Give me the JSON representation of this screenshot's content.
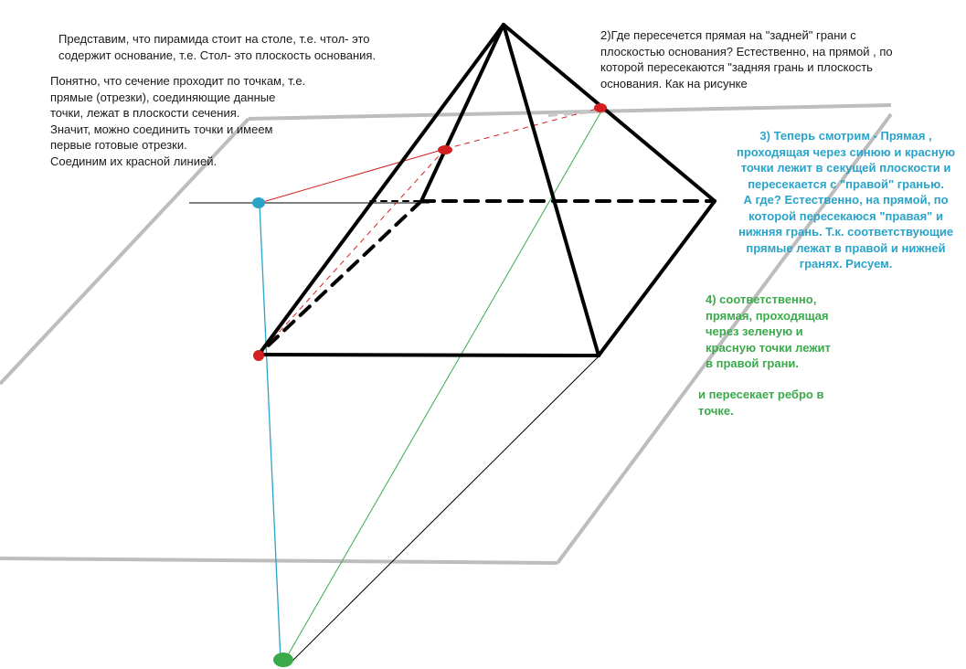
{
  "colors": {
    "plane": "#bdbdbd",
    "edge": "#000000",
    "section": "#d42020",
    "blue_line": "#2aa3c9",
    "green_line": "#3aaa4a",
    "blue_text": "#2aa3c9",
    "green_text": "#3aaa4a",
    "black_text": "#1a1a1a"
  },
  "points": {
    "blue": "blue",
    "red": "red",
    "green": "green"
  },
  "notes": {
    "intro": "Представим, что пирамида стоит на столе, т.е. чтол- это\nсодержит основание, т.е. Стол- это плоскость основания.",
    "step1": "Понятно, что сечение проходит по точкам, т.е.\nпрямые (отрезки), соединяющие данные\nточки, лежат в плоскости сечения.\nЗначит, можно соединить точки и имеем\nпервые готовые отрезки.\nСоединим их красной линией.",
    "step2": "2)Где пересечется прямая на \"задней\" грани с\nплоскостью основания? Естественно, на прямой , по\nкоторой пересекаются \"задняя грань и плоскость\nоснования.   Как на рисунке",
    "step3": "3) Теперь смотрим - Прямая ,\nпроходящая через синюю и красную\nточки лежит в секущей плоскости и\nпересекается с \"правой\" гранью.\nА где? Естественно, на прямой, по\nкоторой пересекаюся \"правая\" и\nнижняя грань. Т.к. соответствующие\nпрямые лежат в правой и нижней\nгранях. Рисуем.",
    "step4": "4) соответственно,\nпрямая, проходящая\nчерез зеленую и\nкрасную точки лежит\nв правой грани.",
    "step4b": "и пересекает ребро в\nточке."
  }
}
